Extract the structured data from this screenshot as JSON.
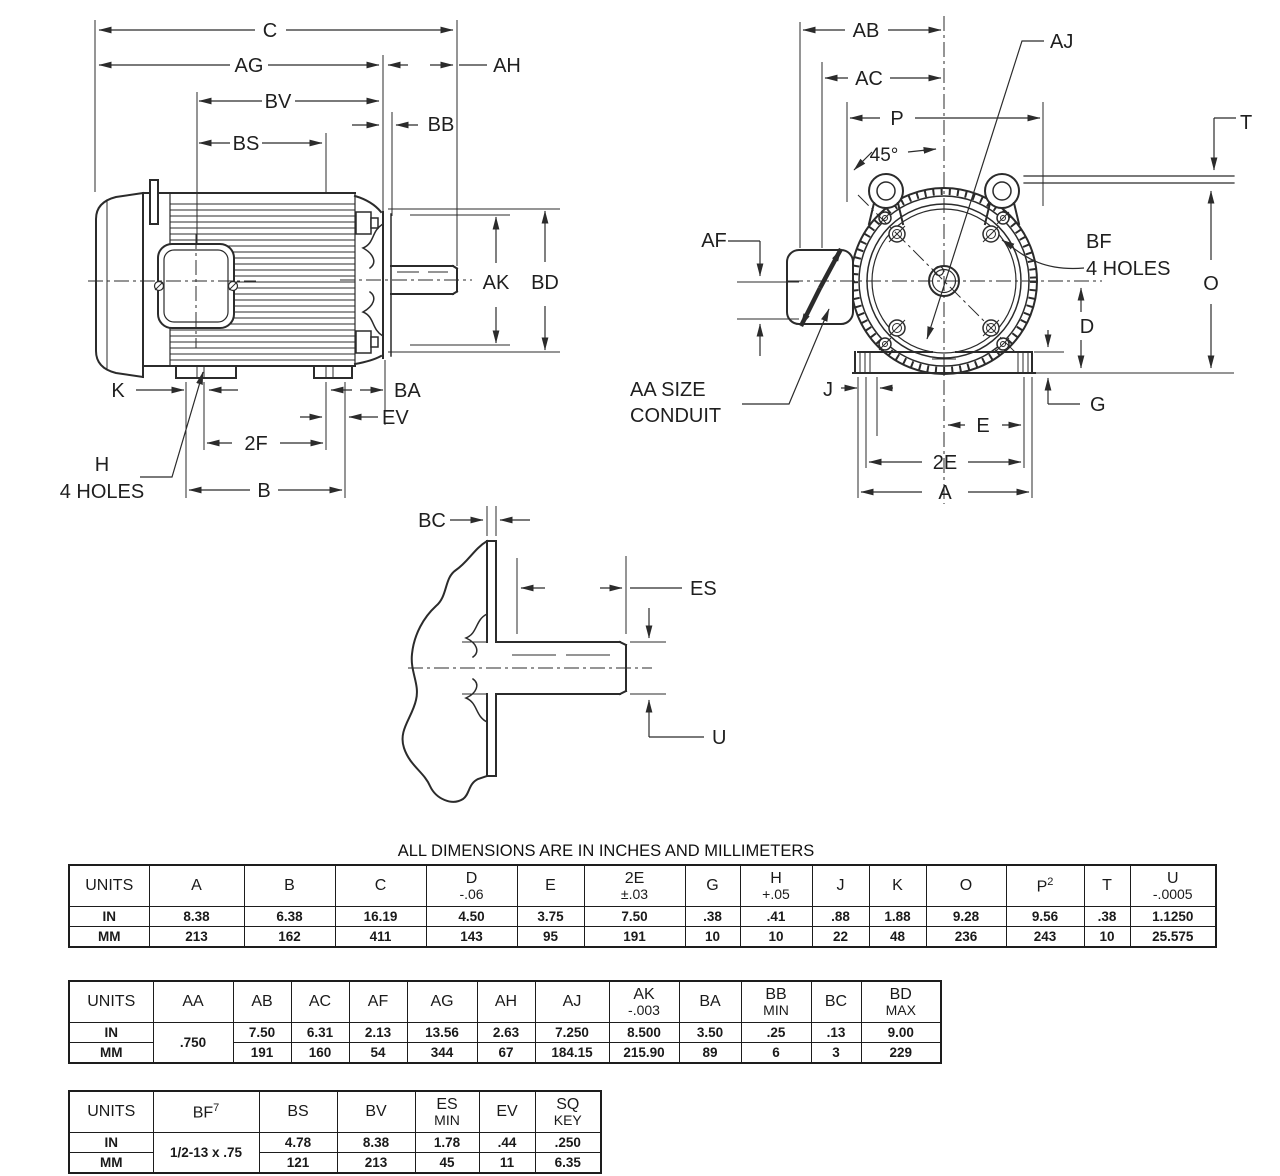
{
  "note": "ALL DIMENSIONS ARE IN INCHES AND MILLIMETERS",
  "drawing_labels": {
    "side": {
      "C": "C",
      "AG": "AG",
      "AH": "AH",
      "BV": "BV",
      "BB": "BB",
      "BS": "BS",
      "AK": "AK",
      "BD": "BD",
      "K": "K",
      "BA": "BA",
      "EV": "EV",
      "F2": "2F",
      "B": "B",
      "H": "H",
      "H_HOLES": "4 HOLES"
    },
    "front": {
      "AB": "AB",
      "AC": "AC",
      "P": "P",
      "ANGLE": "45°",
      "AJ": "AJ",
      "AF": "AF",
      "BF": "BF",
      "BF_HOLES": "4 HOLES",
      "T": "T",
      "O": "O",
      "D": "D",
      "G": "G",
      "J": "J",
      "E": "E",
      "E2": "2E",
      "A": "A",
      "AA_LINE1": "AA SIZE",
      "AA_LINE2": "CONDUIT"
    },
    "shaft": {
      "BC": "BC",
      "ES": "ES",
      "U": "U"
    }
  },
  "tables": [
    {
      "headers": [
        {
          "t": "UNITS"
        },
        {
          "t": "A"
        },
        {
          "t": "B"
        },
        {
          "t": "C"
        },
        {
          "t": "D",
          "sub": "-.06"
        },
        {
          "t": "E"
        },
        {
          "t": "2E",
          "sub": "±.03"
        },
        {
          "t": "G"
        },
        {
          "t": "H",
          "sub": "+.05"
        },
        {
          "t": "J"
        },
        {
          "t": "K"
        },
        {
          "t": "O"
        },
        {
          "t": "P",
          "sup": "2"
        },
        {
          "t": "T"
        },
        {
          "t": "U",
          "sub": "-.0005"
        }
      ],
      "rows": [
        {
          "cells": [
            {
              "t": "IN"
            },
            {
              "t": "8.38"
            },
            {
              "t": "6.38"
            },
            {
              "t": "16.19"
            },
            {
              "t": "4.50"
            },
            {
              "t": "3.75"
            },
            {
              "t": "7.50"
            },
            {
              "t": ".38"
            },
            {
              "t": ".41"
            },
            {
              "t": ".88"
            },
            {
              "t": "1.88"
            },
            {
              "t": "9.28"
            },
            {
              "t": "9.56"
            },
            {
              "t": ".38"
            },
            {
              "t": "1.1250"
            }
          ]
        },
        {
          "cells": [
            {
              "t": "MM"
            },
            {
              "t": "213"
            },
            {
              "t": "162"
            },
            {
              "t": "411"
            },
            {
              "t": "143"
            },
            {
              "t": "95"
            },
            {
              "t": "191"
            },
            {
              "t": "10"
            },
            {
              "t": "10"
            },
            {
              "t": "22"
            },
            {
              "t": "48"
            },
            {
              "t": "236"
            },
            {
              "t": "243"
            },
            {
              "t": "10"
            },
            {
              "t": "25.575"
            }
          ]
        }
      ]
    },
    {
      "headers": [
        {
          "t": "UNITS"
        },
        {
          "t": "AA"
        },
        {
          "t": "AB"
        },
        {
          "t": "AC"
        },
        {
          "t": "AF"
        },
        {
          "t": "AG"
        },
        {
          "t": "AH"
        },
        {
          "t": "AJ"
        },
        {
          "t": "AK",
          "sub": "-.003"
        },
        {
          "t": "BA"
        },
        {
          "t": "BB",
          "sub": "MIN"
        },
        {
          "t": "BC"
        },
        {
          "t": "BD",
          "sub": "MAX"
        }
      ],
      "rows": [
        {
          "cells": [
            {
              "t": "IN"
            },
            {
              "t": ".750",
              "rs": 2
            },
            {
              "t": "7.50"
            },
            {
              "t": "6.31"
            },
            {
              "t": "2.13"
            },
            {
              "t": "13.56"
            },
            {
              "t": "2.63"
            },
            {
              "t": "7.250"
            },
            {
              "t": "8.500"
            },
            {
              "t": "3.50"
            },
            {
              "t": ".25"
            },
            {
              "t": ".13"
            },
            {
              "t": "9.00"
            }
          ]
        },
        {
          "cells": [
            {
              "t": "MM"
            },
            {
              "t": "191"
            },
            {
              "t": "160"
            },
            {
              "t": "54"
            },
            {
              "t": "344"
            },
            {
              "t": "67"
            },
            {
              "t": "184.15"
            },
            {
              "t": "215.90"
            },
            {
              "t": "89"
            },
            {
              "t": "6"
            },
            {
              "t": "3"
            },
            {
              "t": "229"
            }
          ]
        }
      ]
    },
    {
      "headers": [
        {
          "t": "UNITS"
        },
        {
          "t": "BF",
          "sup": "7"
        },
        {
          "t": "BS"
        },
        {
          "t": "BV"
        },
        {
          "t": "ES",
          "sub": "MIN"
        },
        {
          "t": "EV"
        },
        {
          "t": "SQ",
          "sub": "KEY"
        }
      ],
      "rows": [
        {
          "cells": [
            {
              "t": "IN"
            },
            {
              "t": "1/2-13 x .75",
              "rs": 2
            },
            {
              "t": "4.78"
            },
            {
              "t": "8.38"
            },
            {
              "t": "1.78"
            },
            {
              "t": ".44"
            },
            {
              "t": ".250"
            }
          ]
        },
        {
          "cells": [
            {
              "t": "MM"
            },
            {
              "t": "121"
            },
            {
              "t": "213"
            },
            {
              "t": "45"
            },
            {
              "t": "11"
            },
            {
              "t": "6.35"
            }
          ]
        }
      ]
    }
  ]
}
